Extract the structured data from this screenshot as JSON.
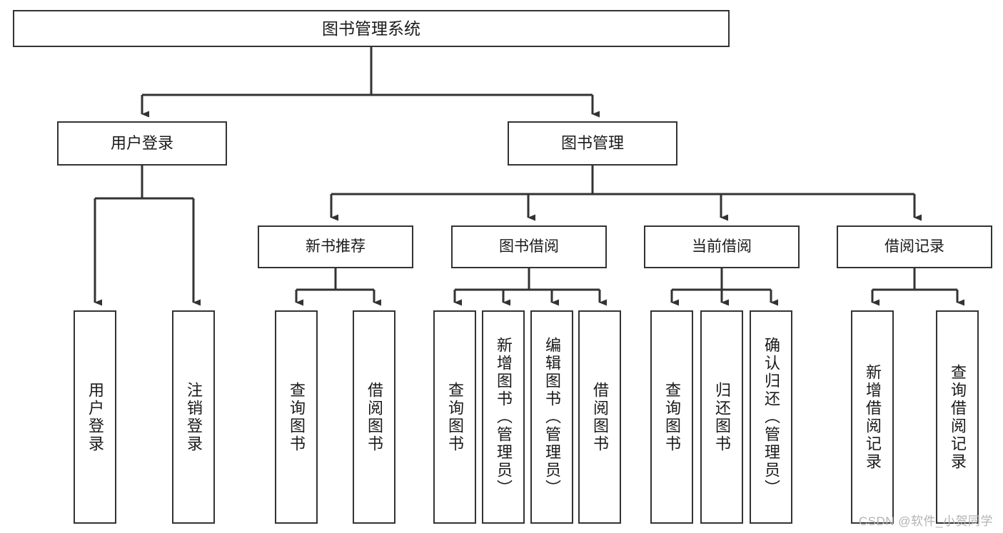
{
  "diagram": {
    "title": "图书管理系统",
    "type": "tree-hierarchy",
    "watermark": "CSDN @软件_小贺同学",
    "colors": {
      "box_border": "#333333",
      "box_fill": "#ffffff",
      "edge": "#333333",
      "text": "#1a1a1a",
      "watermark": "#b3b3b3",
      "background": "#ffffff"
    },
    "nodes": {
      "root": {
        "label": "图书管理系统"
      },
      "level2": [
        {
          "id": "user-login",
          "label": "用户登录"
        },
        {
          "id": "book-manage",
          "label": "图书管理"
        }
      ],
      "level3": [
        {
          "id": "new-book-recommend",
          "label": "新书推荐"
        },
        {
          "id": "book-borrow",
          "label": "图书借阅"
        },
        {
          "id": "current-borrow",
          "label": "当前借阅"
        },
        {
          "id": "borrow-record",
          "label": "借阅记录"
        }
      ],
      "leaves": {
        "user-login": [
          {
            "id": "leaf-user-login",
            "label": "用户登录"
          },
          {
            "id": "leaf-user-logout",
            "label": "注销登录"
          }
        ],
        "new-book-recommend": [
          {
            "id": "leaf-query-book-1",
            "label": "查询图书"
          },
          {
            "id": "leaf-borrow-book-1",
            "label": "借阅图书"
          }
        ],
        "book-borrow": [
          {
            "id": "leaf-query-book-2",
            "label": "查询图书"
          },
          {
            "id": "leaf-add-book",
            "label": "新增图书（管理员）"
          },
          {
            "id": "leaf-edit-book",
            "label": "编辑图书（管理员）"
          },
          {
            "id": "leaf-borrow-book-2",
            "label": "借阅图书"
          }
        ],
        "current-borrow": [
          {
            "id": "leaf-query-book-3",
            "label": "查询图书"
          },
          {
            "id": "leaf-return-book",
            "label": "归还图书"
          },
          {
            "id": "leaf-confirm-return",
            "label": "确认归还（管理员）"
          }
        ],
        "borrow-record": [
          {
            "id": "leaf-add-record",
            "label": "新增借阅记录"
          },
          {
            "id": "leaf-query-record",
            "label": "查询借阅记录"
          }
        ]
      }
    }
  }
}
